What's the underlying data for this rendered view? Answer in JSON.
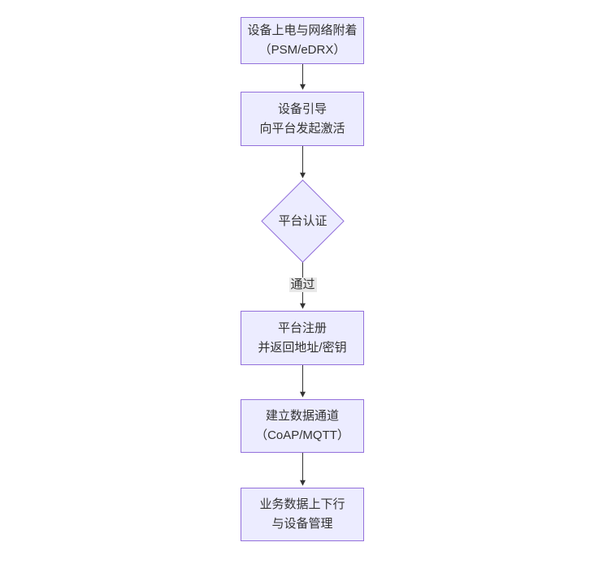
{
  "diagram": {
    "type": "flowchart",
    "direction": "top-down",
    "nodes": [
      {
        "id": "A",
        "shape": "rect",
        "lines": [
          "设备上电与网络附着",
          "（PSM/eDRX）"
        ]
      },
      {
        "id": "B",
        "shape": "rect",
        "lines": [
          "设备引导",
          "向平台发起激活"
        ]
      },
      {
        "id": "C",
        "shape": "diamond",
        "lines": [
          "平台认证"
        ]
      },
      {
        "id": "D",
        "shape": "rect",
        "lines": [
          "平台注册",
          "并返回地址/密钥"
        ]
      },
      {
        "id": "E",
        "shape": "rect",
        "lines": [
          "建立数据通道",
          "（CoAP/MQTT）"
        ]
      },
      {
        "id": "F",
        "shape": "rect",
        "lines": [
          "业务数据上下行",
          "与设备管理"
        ]
      }
    ],
    "edges": [
      {
        "from": "A",
        "to": "B",
        "label": ""
      },
      {
        "from": "B",
        "to": "C",
        "label": ""
      },
      {
        "from": "C",
        "to": "D",
        "label": "通过"
      },
      {
        "from": "D",
        "to": "E",
        "label": ""
      },
      {
        "from": "E",
        "to": "F",
        "label": ""
      }
    ]
  },
  "colors": {
    "background": "#ffffff",
    "node_fill": "#ECECFF",
    "node_border": "#9370DB",
    "text": "#333333",
    "arrow": "#333333",
    "edge_label_bg": "#e8e8e8"
  }
}
